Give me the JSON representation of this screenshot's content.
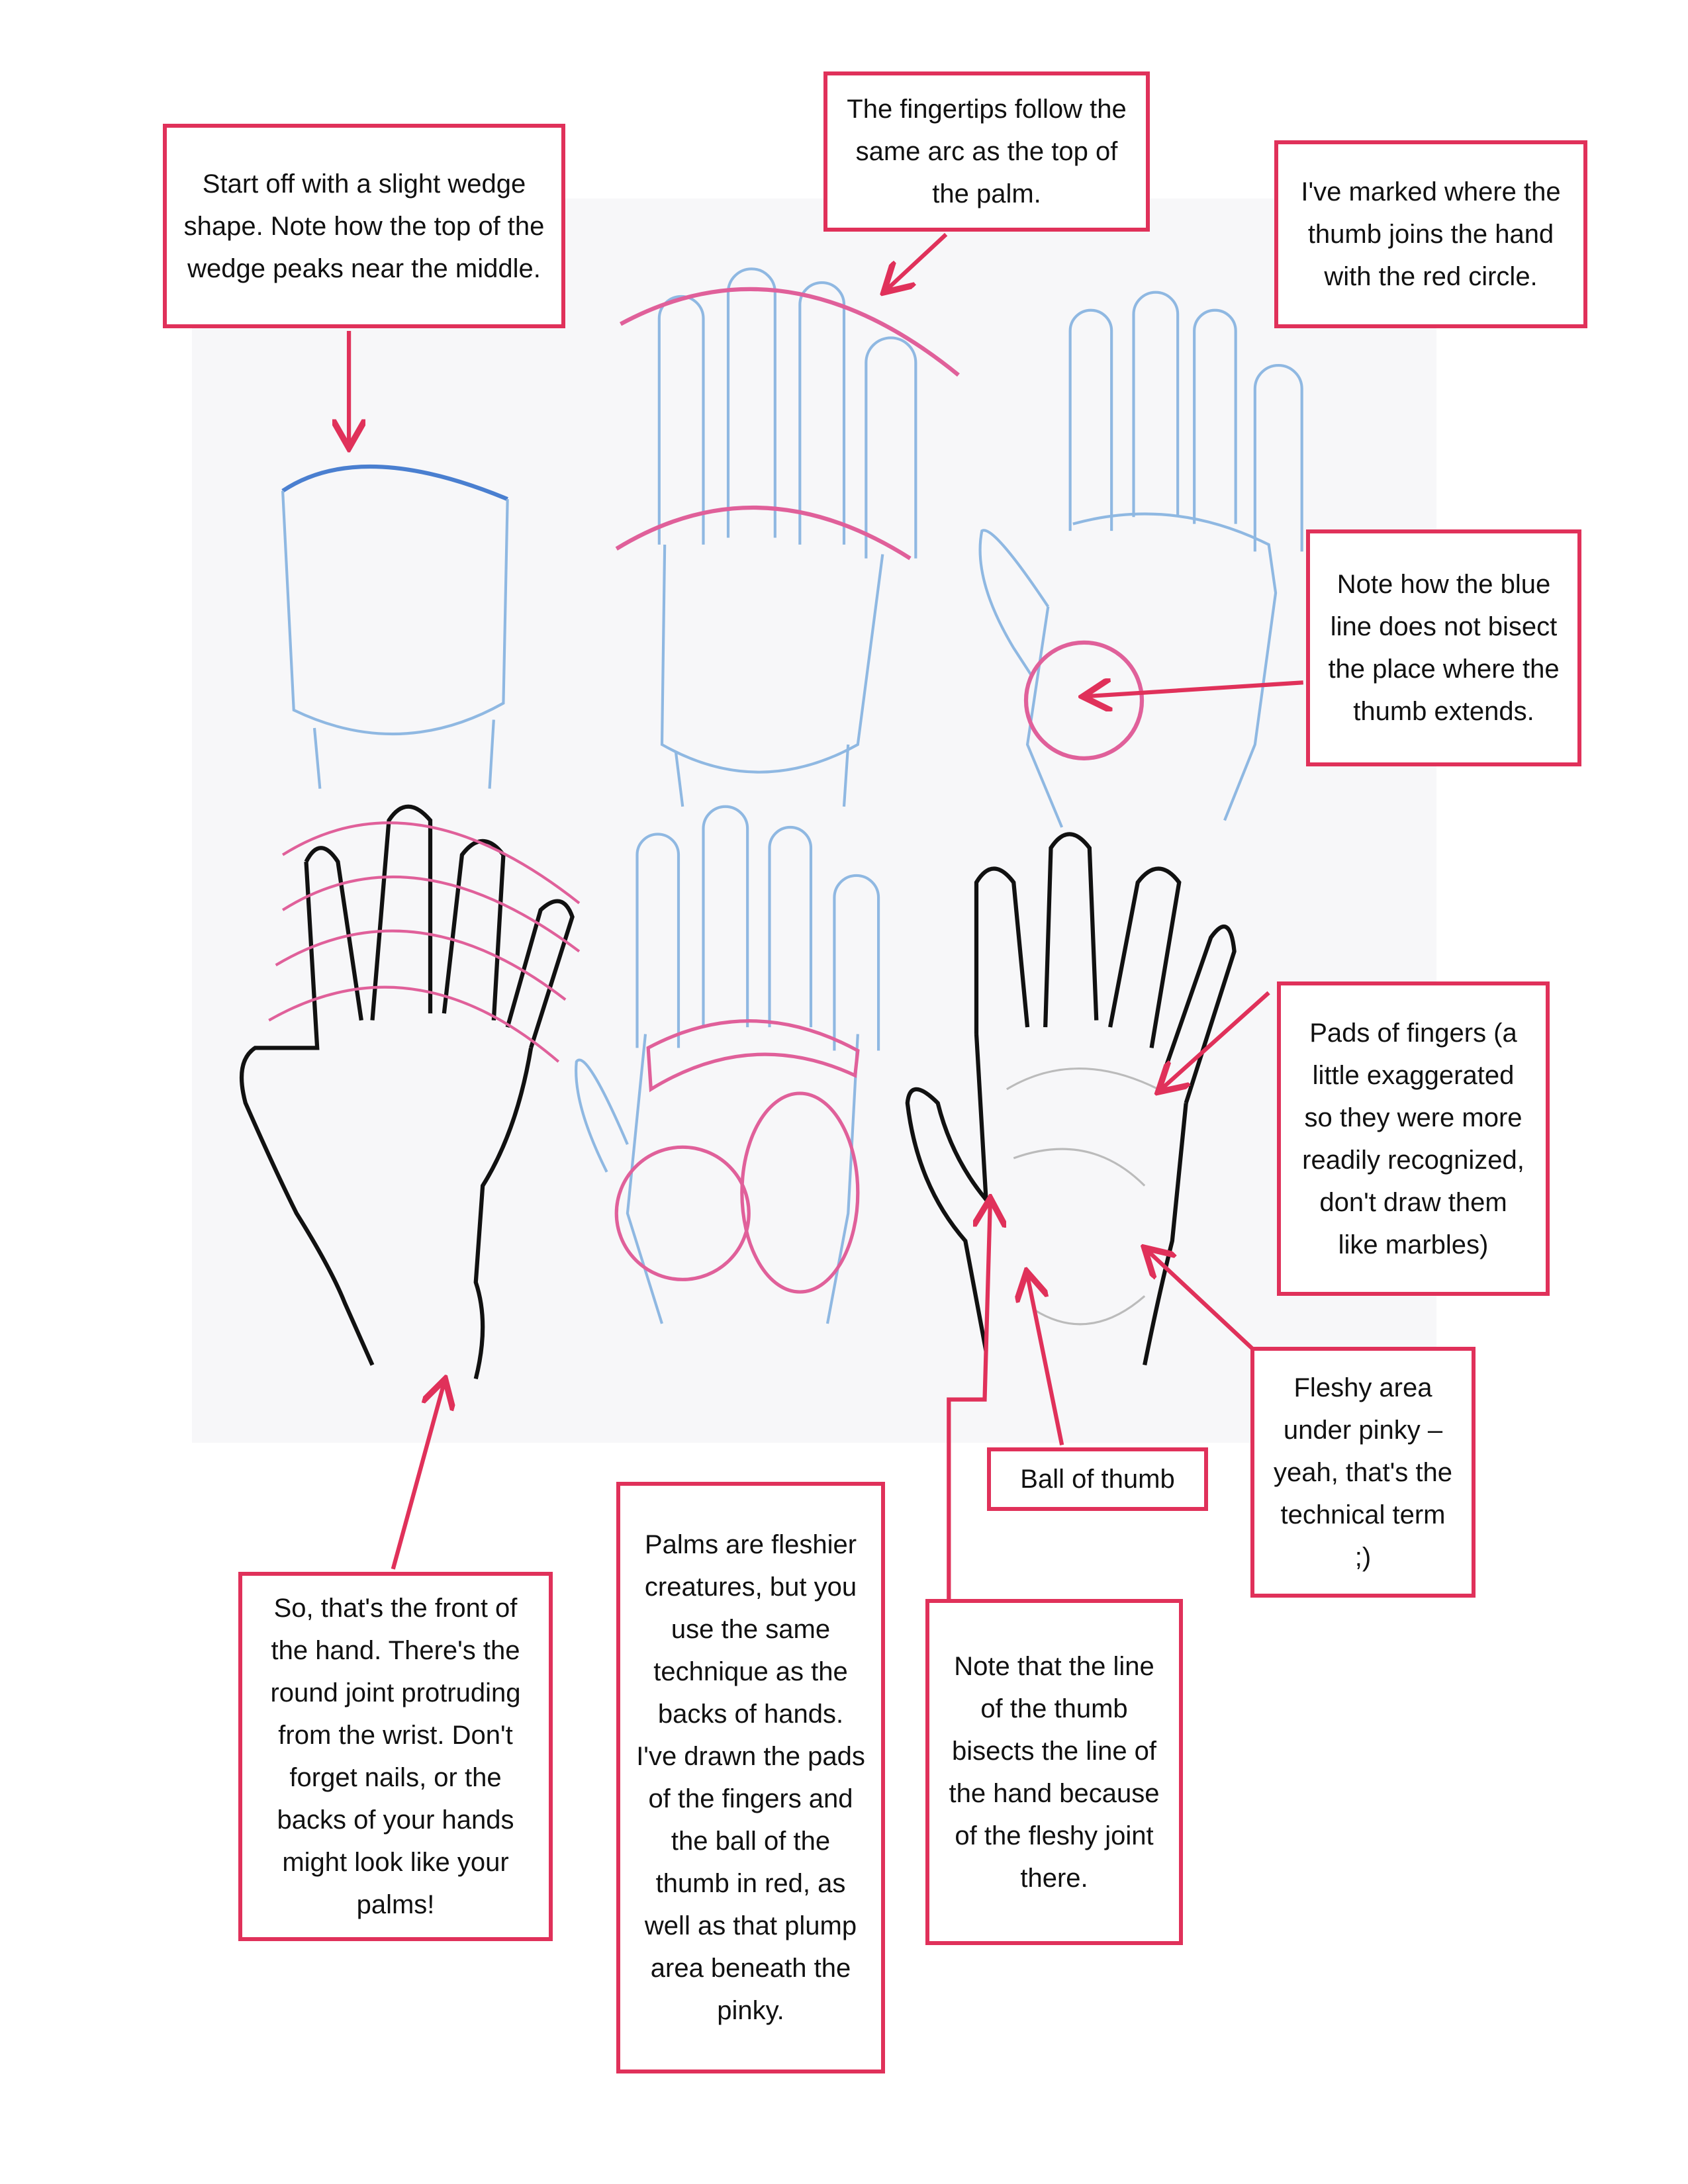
{
  "colors": {
    "annotation_red": "#e0315a",
    "pencil_blue": "#7fb0de",
    "pencil_pink": "#e0609a",
    "ink": "#111111"
  },
  "notes": {
    "wedge": "Start off with a slight wedge shape. Note how the top of the wedge peaks near the middle.",
    "fingertips": "The fingertips follow the same arc as the top of the palm.",
    "thumb_joint": "I've marked where the thumb joins the hand with the red circle.",
    "blue_line": "Note how the blue line does not bisect the place where the thumb extends.",
    "pads": "Pads of fingers (a little exaggerated so they were more readily recognized, don't draw them like marbles)",
    "fleshy": "Fleshy area under pinky – yeah, that's the technical term ;)",
    "ball": "Ball of thumb",
    "thumb_line": "Note that the line of the thumb bisects the line of the hand because of the fleshy joint there.",
    "palms": "Palms are fleshier creatures, but you use the same technique as the backs of hands. I've drawn the pads of the fingers and the ball of the thumb in red, as well as that plump area beneath the pinky.",
    "front": "So, that's the front of the hand. There's the round joint protruding from the wrist. Don't forget nails, or the backs of your hands might look like your palms!"
  }
}
